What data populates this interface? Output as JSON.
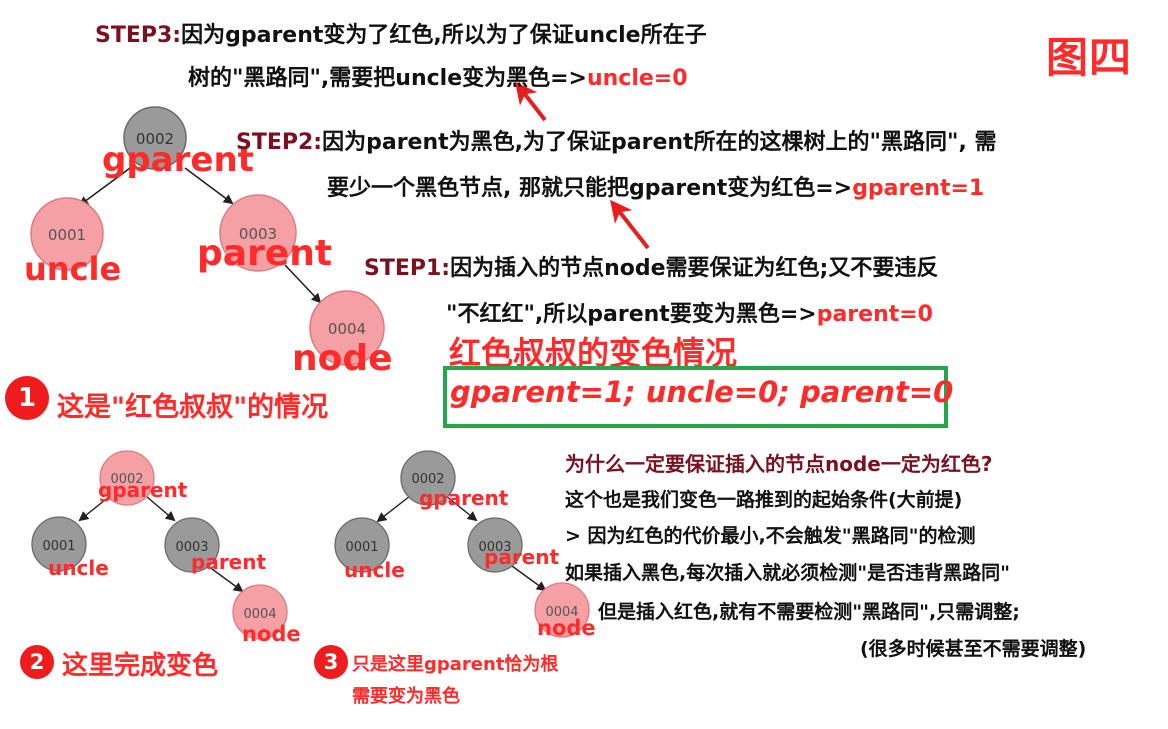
{
  "badge": "图四",
  "step3": {
    "label": "STEP3:",
    "line1": "因为gparent变为了红色,所以为了保证uncle所在子",
    "line2": "树的\"黑路同\",需要把uncle变为黑色=>",
    "result": "uncle=0"
  },
  "step2": {
    "label": "STEP2:",
    "line1": "因为parent为黑色,为了保证parent所在的这棵树上的\"黑路同\", 需",
    "line2": "要少一个黑色节点, 那就只能把gparent变为红色=>",
    "result": "gparent=1"
  },
  "step1": {
    "label": "STEP1:",
    "line1": "因为插入的节点node需要保证为红色;又不要违反",
    "line2": "\"不红红\",所以parent要变为黑色=>",
    "result": "parent=0"
  },
  "section_title": "红色叔叔的变色情况",
  "formula": "gparent=1; uncle=0; parent=0",
  "tree_labels": {
    "gparent": "gparent",
    "uncle": "uncle",
    "parent": "parent",
    "node": "node"
  },
  "node_ids": {
    "gparent": "0002",
    "uncle": "0001",
    "parent": "0003",
    "node": "0004"
  },
  "cases": [
    {
      "num": "1",
      "text": "这是\"红色叔叔\"的情况"
    },
    {
      "num": "2",
      "text": "这里完成变色"
    },
    {
      "num": "3",
      "line1": "只是这里gparent恰为根",
      "line2": "需要变为黑色"
    }
  ],
  "explanation": {
    "question": "为什么一定要保证插入的节点node一定为红色?",
    "lines": [
      "这个也是我们变色一路推到的起始条件(大前提)",
      "> 因为红色的代价最小,不会触发\"黑路同\"的检测",
      "如果插入黑色,每次插入就必须检测\"是否违背黑路同\"",
      "但是插入红色,就有不需要检测\"黑路同\",只需调整;",
      "(很多时候甚至不需要调整)"
    ]
  },
  "colors": {
    "red_node_fill": "#f4a0a4",
    "red_node_stroke": "#e07a80",
    "black_node_fill": "#9a9a9a",
    "black_node_stroke": "#6a6a6a",
    "accent_red": "#ff2a2a",
    "step_label": "#7a1020",
    "box_green": "#22a74a"
  }
}
